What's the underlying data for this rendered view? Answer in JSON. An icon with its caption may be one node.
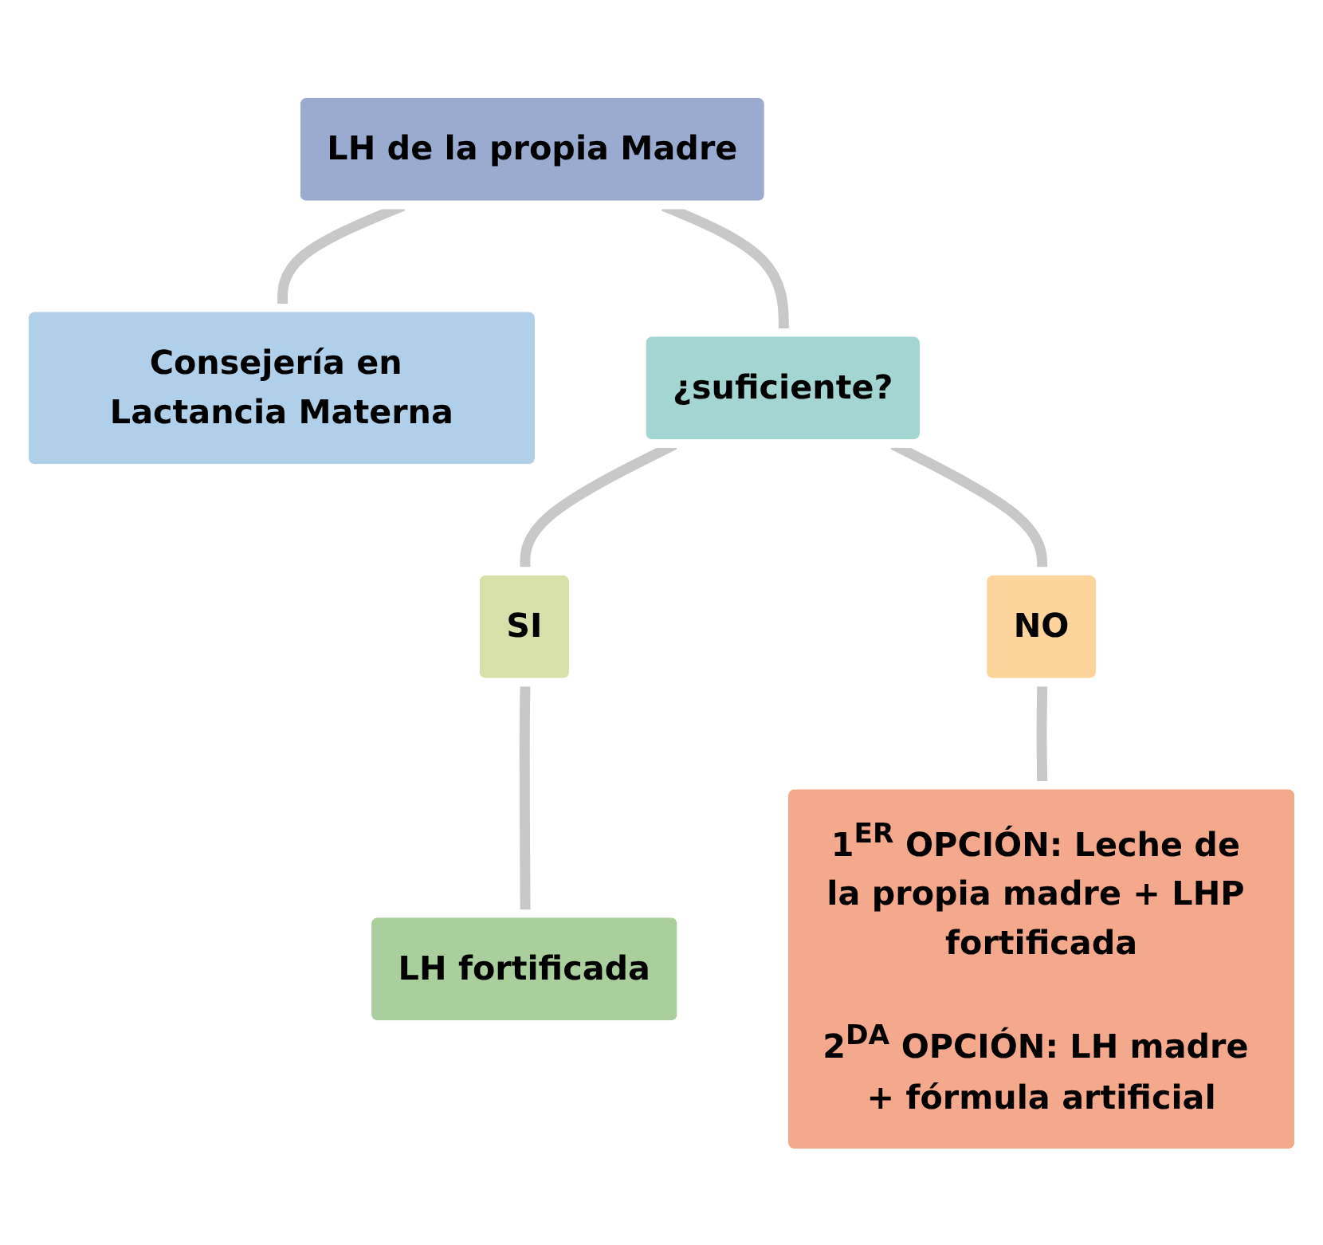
{
  "diagram": {
    "nodes": [
      {
        "text": [
          "LH de la propia Madre"
        ]
      },
      {
        "text": [
          "Consejería en Lactancia Materna"
        ]
      },
      {
        "text": [
          "¿suficiente?"
        ]
      },
      {
        "text": [
          "SI"
        ]
      },
      {
        "text": [
          "NO"
        ]
      },
      {
        "text": [
          "1$^{ER}$ OPCIÓN: Leche de la propia madre + LHP fortificada",
          "2$^{DA}$ OPCIÓN: LH madre + fórmula artificial"
        ]
      },
      {
        "text": [
          "LH fortificada"
        ]
      }
    ],
    "edges": [
      {
        "from": 0,
        "to": 1,
        "arrow": "none"
      },
      {
        "from": 0,
        "to": 2,
        "arrow": "none"
      },
      {
        "from": 2,
        "to": 3,
        "arrow": "none"
      },
      {
        "from": 2,
        "to": 4,
        "arrow": "none"
      },
      {
        "from": 4,
        "to": 5,
        "arrow": "none"
      },
      {
        "from": 3,
        "to": 6,
        "arrow": "none"
      }
    ]
  }
}
